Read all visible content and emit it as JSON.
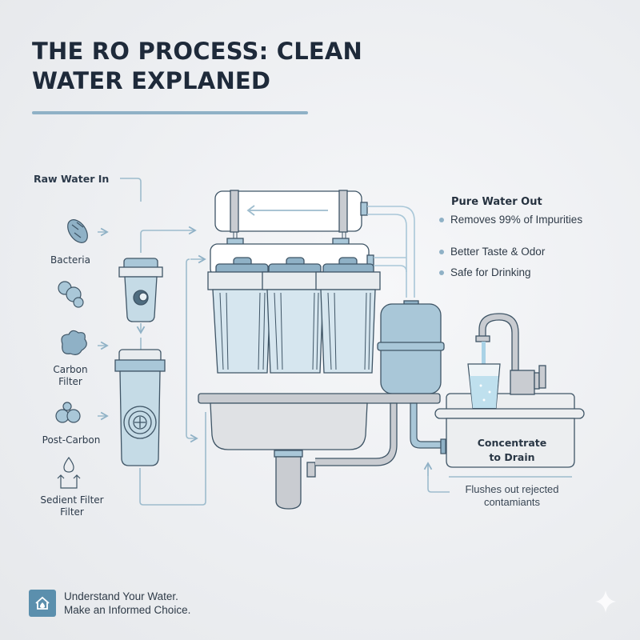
{
  "header": {
    "title_line1": "THE RO PROCESS: CLEAN",
    "title_line2": "WATER EXPLANED"
  },
  "left_labels": {
    "raw_water_in": "Raw Water In",
    "bacteria": "Bacteria",
    "carbon_filter_line1": "Carbon",
    "carbon_filter_line2": "Filter",
    "post_carbon": "Post-Carbon",
    "sediment_line1": "Sedient Filter",
    "sediment_line2": "Filter"
  },
  "icons": {
    "bacteria": "bacteria-icon",
    "particles": "particles-icon",
    "chemical": "chemical-blob-icon",
    "bubbles": "bubbles-icon",
    "droplet": "droplet-filter-icon",
    "house": "house-drop-icon",
    "sparkle": "sparkle-icon"
  },
  "pure_water": {
    "title": "Pure Water Out",
    "bullets": [
      "Removes 99% of Impurities",
      "Better Taste & Odor",
      "Safe for Drinking"
    ]
  },
  "drain": {
    "line1": "Concentrate",
    "line2": "to Drain",
    "note_line1": "Flushes out rejected",
    "note_line2": "contamiants"
  },
  "footer": {
    "line1": "Understand Your Water.",
    "line2": "Make an Informed Choice."
  },
  "colors": {
    "title": "#1e2a3a",
    "accent": "#8fb1c6",
    "filter_blue": "#a9c7d8",
    "dark_blue": "#5b8fad",
    "pipe_gray": "#c9ccd1",
    "outline": "#3f5566"
  }
}
